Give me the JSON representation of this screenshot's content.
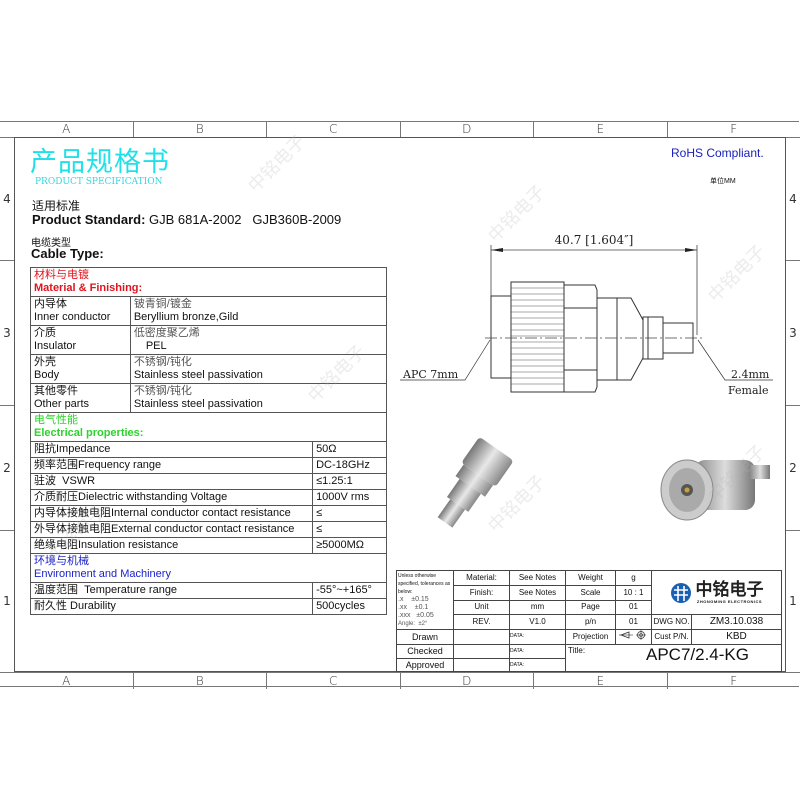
{
  "frame": {
    "columns": [
      "A",
      "B",
      "C",
      "D",
      "E",
      "F"
    ],
    "rows": [
      "4",
      "3",
      "2",
      "1"
    ]
  },
  "header": {
    "title_cn": "产品规格书",
    "title_en": "PRODUCT SPECIFICATION",
    "rohs": "RoHS Compliant.",
    "unit": "单位MM",
    "standard_cn": "适用标准",
    "standard_label": "Product Standard:",
    "standard_value": "GJB 681A-2002   GJB360B-2009",
    "cable_cn": "电缆类型",
    "cable_label": "Cable Type:"
  },
  "material": {
    "title_cn": "材料与电镀",
    "title_en": "Material & Finishing:",
    "rows": [
      {
        "cn": "内导体",
        "en": "Inner conductor",
        "val_cn": "铍青铜/镀金",
        "val_en": "Beryllium bronze,Gild"
      },
      {
        "cn": "介质",
        "en": "Insulator",
        "val_cn": "低密度聚乙烯",
        "val_en": "PEL"
      },
      {
        "cn": "外壳",
        "en": "Body",
        "val_cn": "不锈钢/钝化",
        "val_en": "Stainless steel passivation"
      },
      {
        "cn": "其他零件",
        "en": "Other parts",
        "val_cn": "不锈钢/钝化",
        "val_en": "Stainless steel passivation"
      }
    ]
  },
  "electrical": {
    "title_cn": "电气性能",
    "title_en": "Electrical properties:",
    "rows": [
      {
        "label": "阻抗Impedance",
        "value": "50Ω"
      },
      {
        "label": "频率范围Frequency range",
        "value": "DC-18GHz"
      },
      {
        "label": "驻波  VSWR",
        "value": "≤1.25:1"
      },
      {
        "label": "介质耐压Dielectric withstanding Voltage",
        "value": "1000V rms"
      },
      {
        "label": "内导体接触电阻Internal conductor contact resistance",
        "value": "≤"
      },
      {
        "label": "外导体接触电阻External conductor contact resistance",
        "value": "≤"
      },
      {
        "label": "绝缘电阻Insulation resistance",
        "value": "≥5000MΩ"
      }
    ]
  },
  "environment": {
    "title_cn": "环境与机械",
    "title_en": "Environment and Machinery",
    "rows": [
      {
        "label": "温度范围  Temperature range",
        "value": "-55°~+165°"
      },
      {
        "label": "耐久性 Durability",
        "value": "500cycles"
      }
    ]
  },
  "drawing": {
    "length": "40.7 [1.604″]",
    "left_label": "APC 7mm",
    "right_label_1": "2.4mm",
    "right_label_2": "Female"
  },
  "title_block": {
    "tolerance_note": "Unless otherwise specified, tolerances as below:",
    "tol_x": ".x    ±0.15",
    "tol_xx": ".xx    ±0.1",
    "tol_xxx": ".xxx   ±0.05",
    "tol_angle": "Angle:  ±2°",
    "material_label": "Material:",
    "material_value": "See Notes",
    "finish_label": "Finish:",
    "finish_value": "See Notes",
    "unit_label": "Unit",
    "unit_value": "mm",
    "rev_label": "REV.",
    "rev_value": "V1.0",
    "weight_label": "Weight",
    "weight_value": "g",
    "scale_label": "Scale",
    "scale_value": "10 : 1",
    "page_label": "Page",
    "page_value": "01",
    "pn_label": "p/n",
    "pn_value": "01",
    "drawn": "Drawn",
    "checked": "Checked",
    "approved": "Approved",
    "data_label": "DATA:",
    "projection_label": "Projection",
    "title_label": "Title:",
    "dwg_label": "DWG NO.",
    "dwg_value": "ZM3.10.038",
    "cust_label": "Cust P/N.",
    "cust_value": "KBD",
    "part_title": "APC7/2.4-KG",
    "company_cn": "中铭电子",
    "company_en": "ZHONGMING ELECTRONICS"
  },
  "watermark": "中铭电子"
}
